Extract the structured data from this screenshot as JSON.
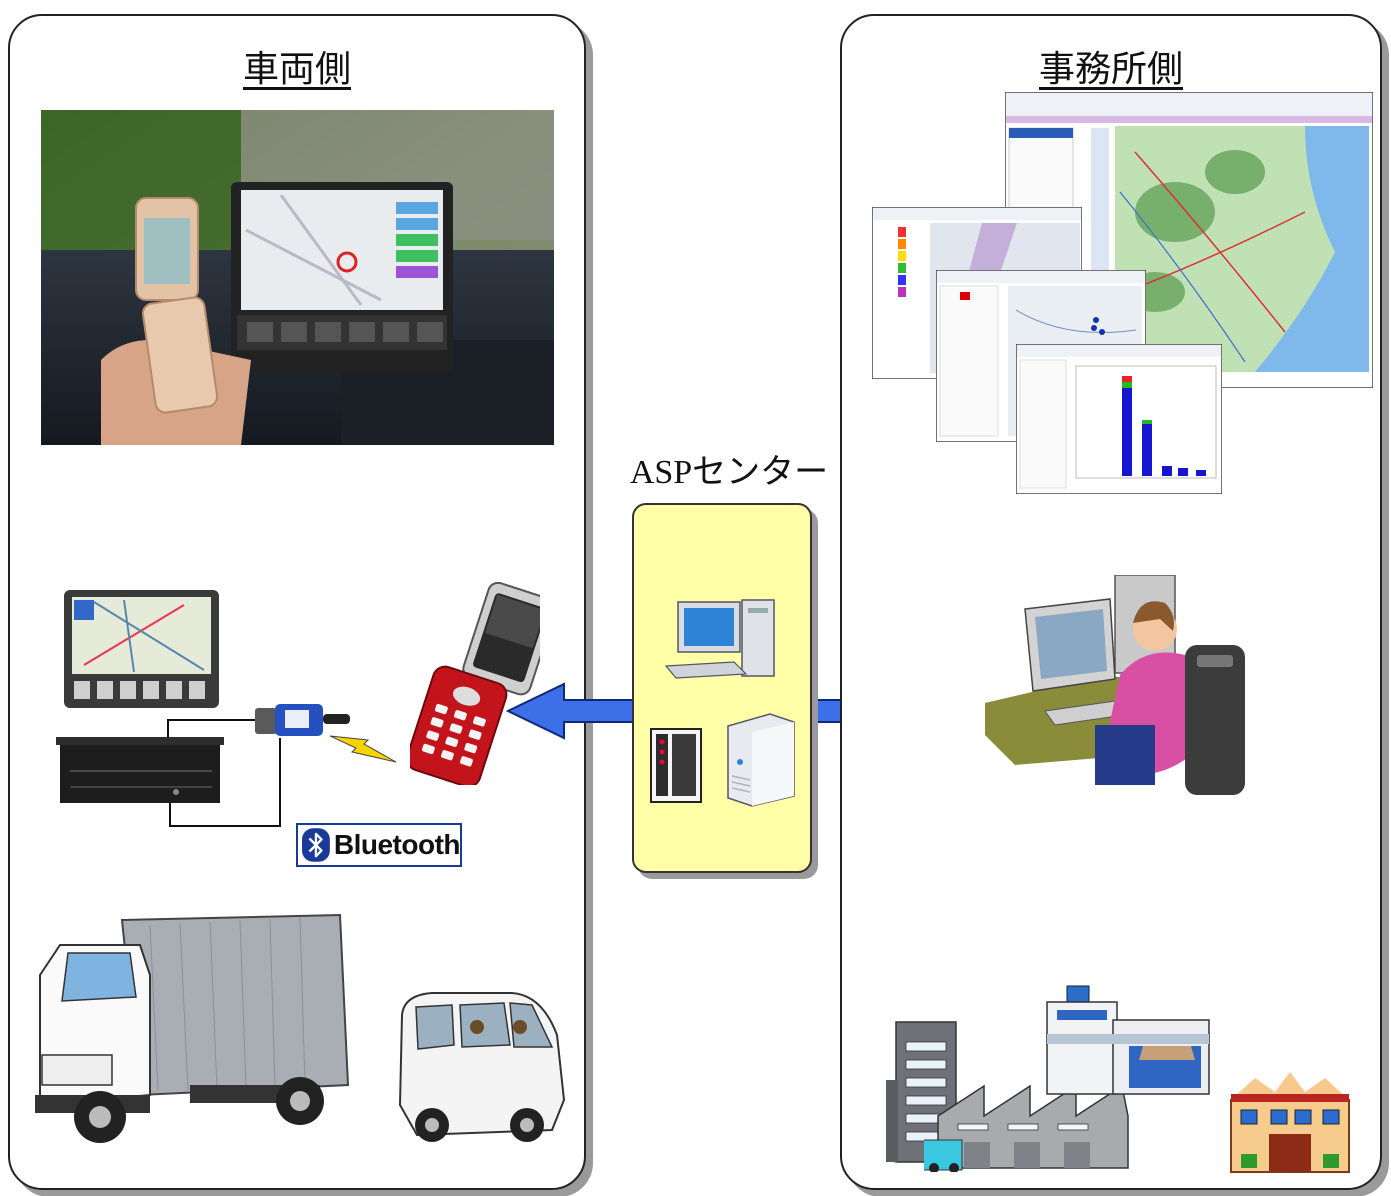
{
  "vehicle_panel": {
    "title": "車両側",
    "photo": "in-vehicle-navigation-and-phone-photo",
    "devices": [
      "car-navigation-unit",
      "control-box",
      "bluetooth-adapter",
      "mobile-phone"
    ],
    "bluetooth_label": "Bluetooth",
    "vehicles": [
      "truck-icon",
      "van-icon"
    ]
  },
  "center": {
    "label": "ASPセンター",
    "servers": [
      "desktop-pc-icon",
      "rack-server-icon",
      "tower-server-icon"
    ]
  },
  "office_panel": {
    "title": "事務所側",
    "screens": [
      "map-screenshot",
      "route-screenshot",
      "tracking-screenshot",
      "chart-screenshot"
    ],
    "operator": "office-operator-icon",
    "buildings": [
      "office-building-icon",
      "factory-icon",
      "warehouse-icon",
      "store-icon"
    ]
  },
  "colors": {
    "arrow": "#3d6fe8",
    "asp_box": "#ffffa8",
    "bluetooth_blue": "#1a3a9a"
  }
}
